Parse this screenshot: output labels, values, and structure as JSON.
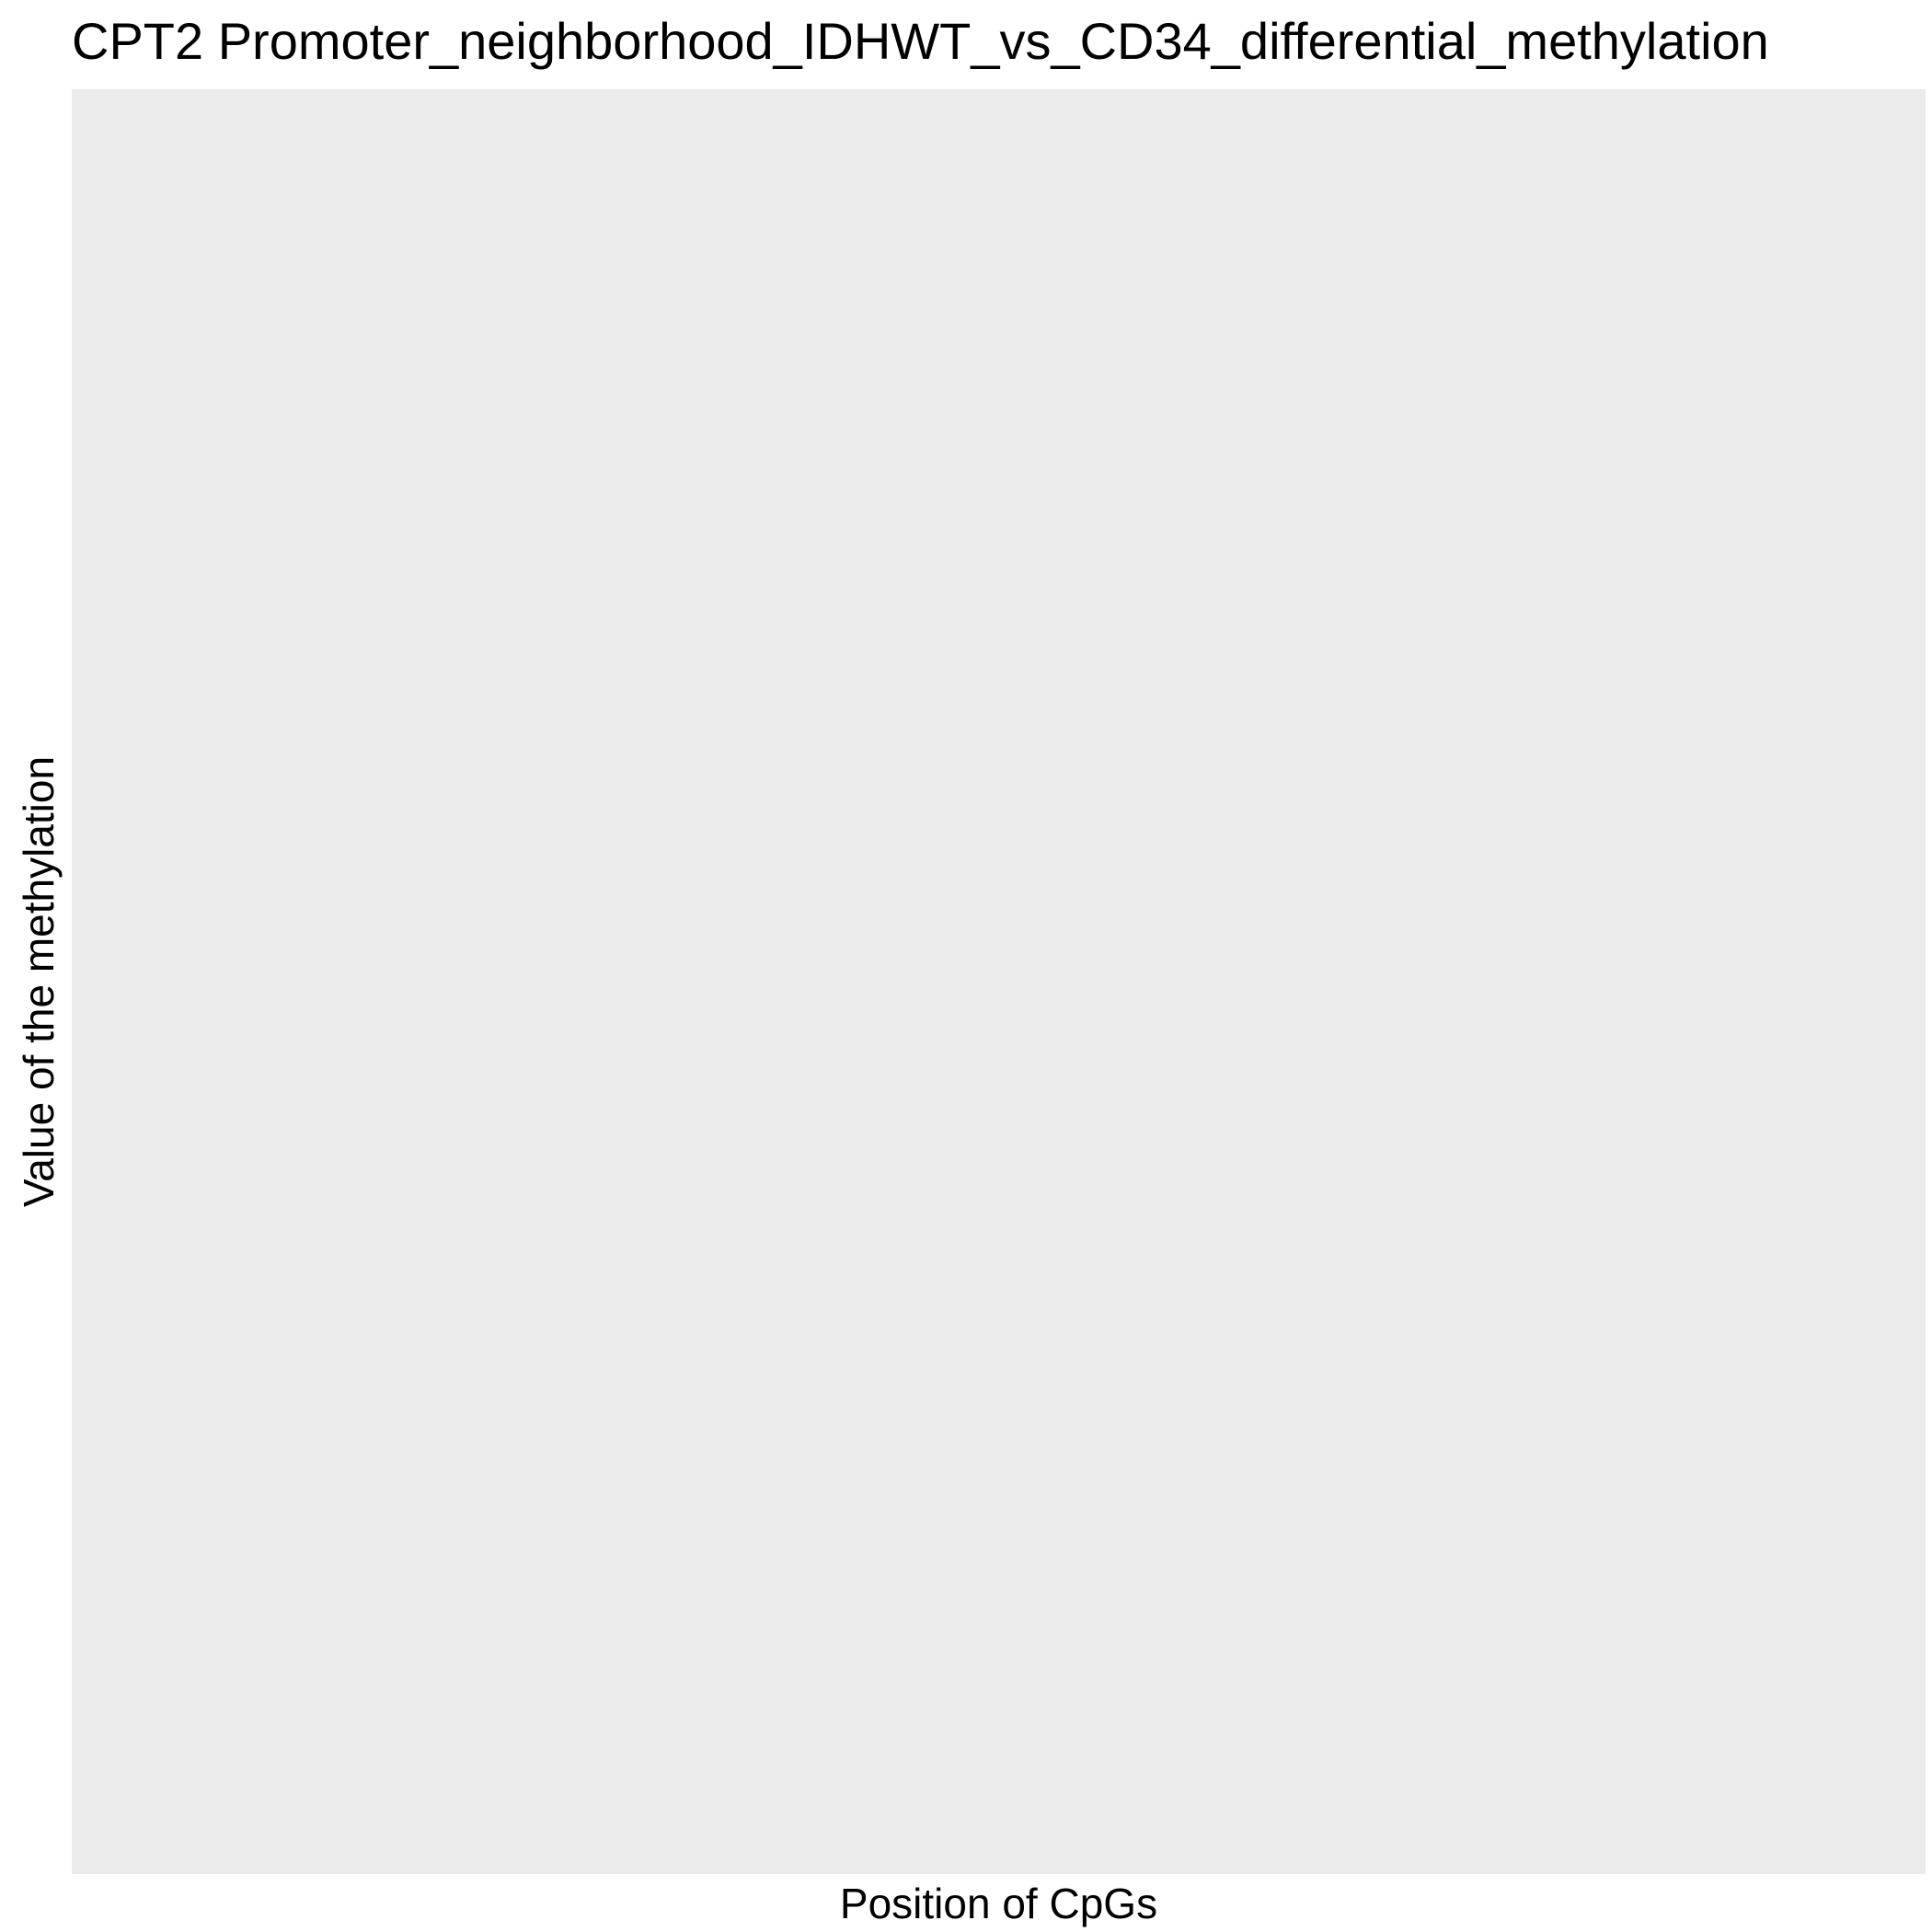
{
  "chart_data": {
    "type": "line",
    "title": "CPT2 Promoter_neighborhood_IDHWT_vs_CD34_differential_methylation",
    "xlabel": "Position of CpGs",
    "ylabel": "Value of the methylation",
    "series": [],
    "grid": false,
    "panel_background": "#ebebeb"
  }
}
